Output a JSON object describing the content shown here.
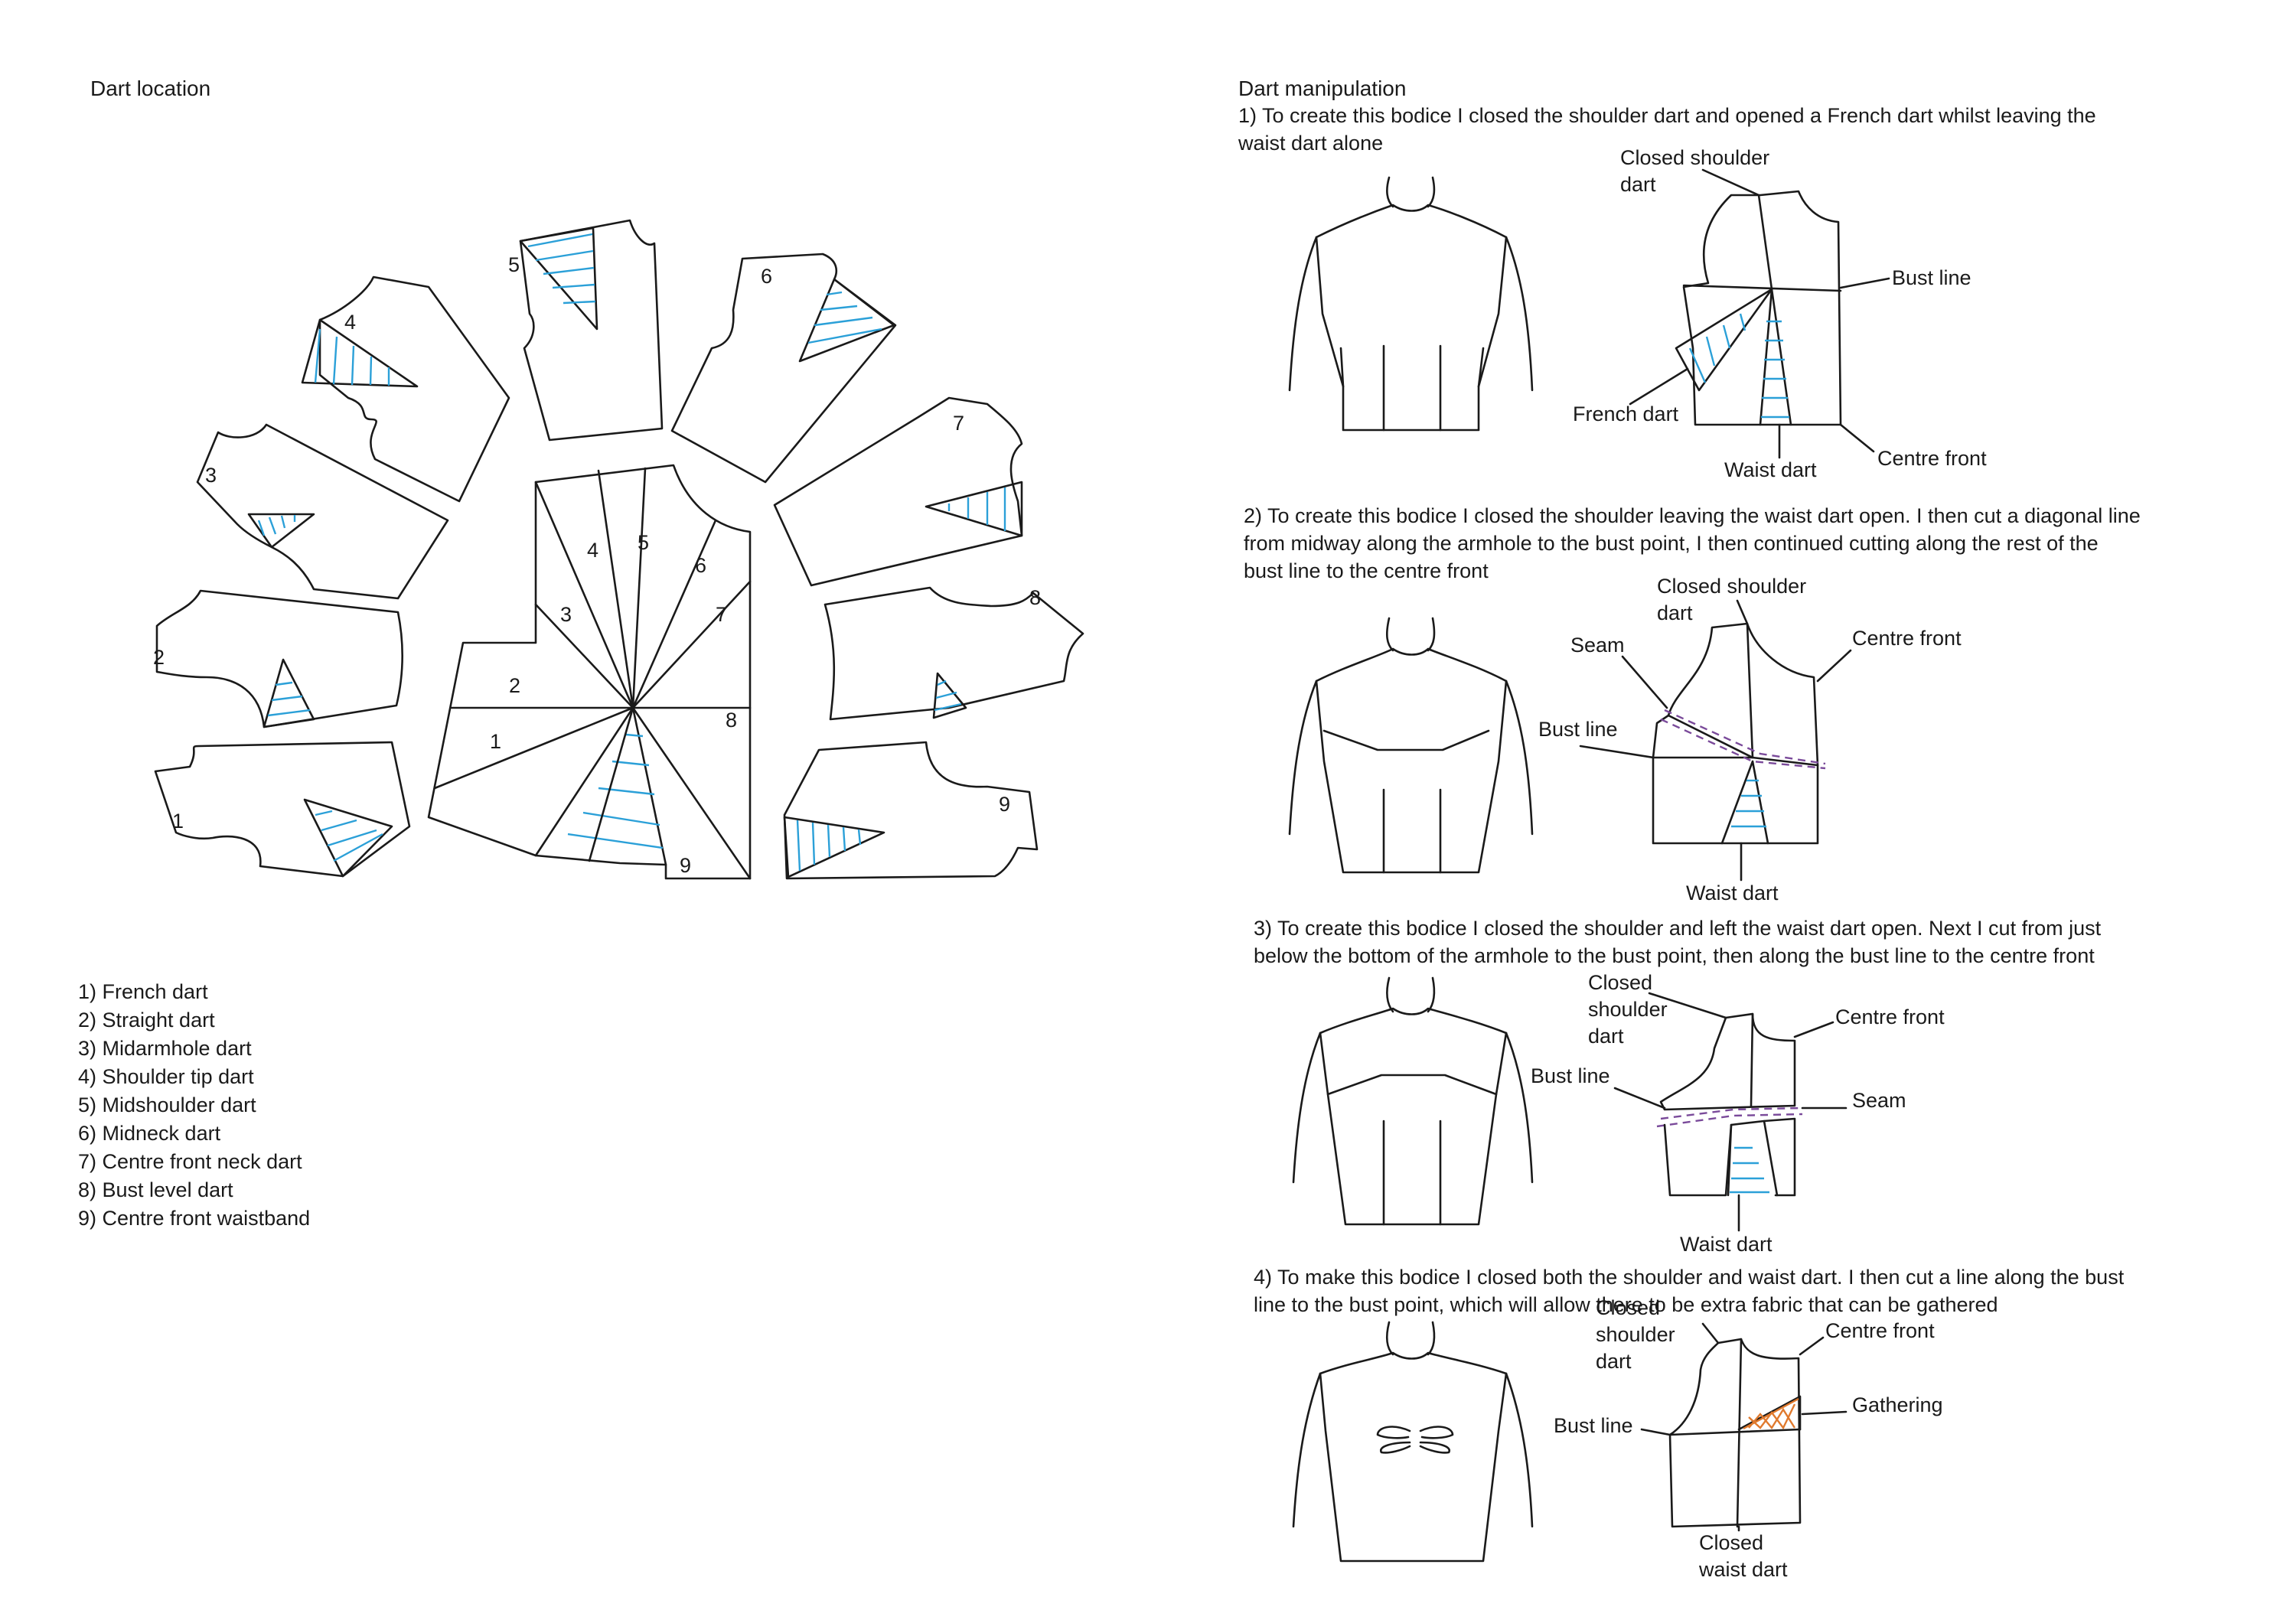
{
  "left": {
    "title": "Dart location",
    "wheel_numbers": [
      "1",
      "2",
      "3",
      "4",
      "5",
      "6",
      "7",
      "8",
      "9"
    ],
    "piece_numbers": [
      "1",
      "2",
      "3",
      "4",
      "5",
      "6",
      "7",
      "8",
      "9"
    ],
    "legend": [
      "1) French dart",
      "2) Straight dart",
      "3) Midarmhole dart",
      "4) Shoulder tip dart",
      "5) Midshoulder dart",
      "6) Midneck dart",
      "7) Centre front neck dart",
      "8) Bust level dart",
      "9) Centre front waistband"
    ]
  },
  "right": {
    "title": "Dart manipulation",
    "steps": [
      {
        "text_lines": [
          "1) To create this bodice I closed the shoulder dart and opened a French dart whilst leaving the",
          "waist dart alone"
        ],
        "labels": {
          "closed_shoulder": [
            "Closed shoulder",
            "dart"
          ],
          "bust_line": "Bust line",
          "french_dart": "French dart",
          "waist_dart": "Waist dart",
          "centre_front": "Centre front"
        }
      },
      {
        "text_lines": [
          "2) To create this bodice I closed the shoulder leaving the waist dart open. I then cut a diagonal line",
          "from midway along the armhole to the bust point, I then continued cutting along the rest of the",
          "bust line to the centre front"
        ],
        "labels": {
          "closed_shoulder": [
            "Closed shoulder",
            "dart"
          ],
          "seam": "Seam",
          "centre_front": "Centre front",
          "bust_line": "Bust line",
          "waist_dart": "Waist dart"
        }
      },
      {
        "text_lines": [
          "3) To create this bodice I closed the shoulder and left the waist dart open. Next I cut from just",
          "below the bottom of the armhole to the bust point, then along the bust line to the centre front"
        ],
        "labels": {
          "closed_shoulder": [
            "Closed",
            "shoulder",
            "dart"
          ],
          "centre_front": "Centre front",
          "bust_line": "Bust line",
          "seam": "Seam",
          "waist_dart": "Waist dart"
        }
      },
      {
        "text_lines": [
          "4) To make this bodice I closed both the shoulder and waist dart. I then cut a line along the bust",
          "line to the bust point, which will allow there to be extra fabric that can be gathered"
        ],
        "labels": {
          "closed_shoulder": [
            "Closed",
            "shoulder",
            "dart"
          ],
          "centre_front": "Centre front",
          "bust_line": "Bust line",
          "gathering": "Gathering",
          "closed_waist": [
            "Closed",
            "waist dart"
          ]
        }
      }
    ]
  },
  "colors": {
    "line": "#1a1a1a",
    "dart_hatch": "#2ba0d8",
    "seam": "#7a4a9a",
    "gathering": "#e07a2e"
  }
}
